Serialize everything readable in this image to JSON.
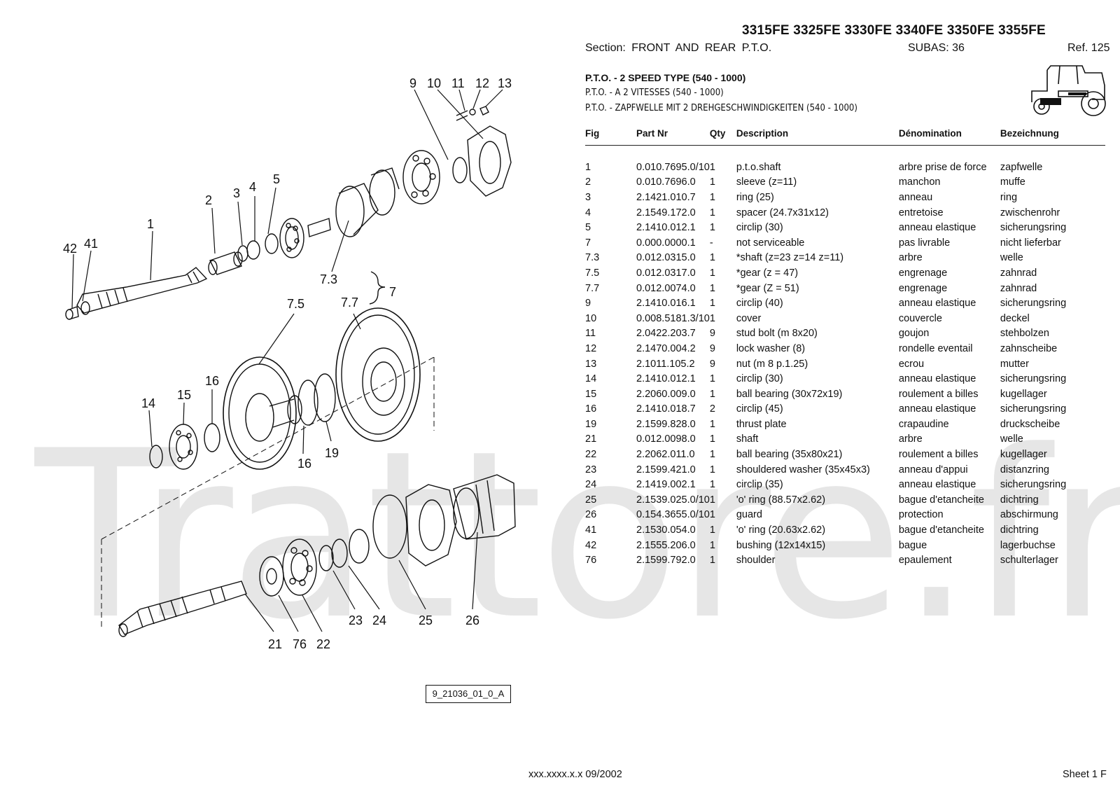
{
  "watermark": "Trattore.fr",
  "header": {
    "models": "3315FE 3325FE 3330FE 3340FE 3350FE 3355FE",
    "section": "Section: FRONT  AND  REAR  P.T.O.",
    "subas": "SUBAS: 36",
    "ref": "Ref. 125"
  },
  "titles": {
    "en": "P.T.O. - 2 SPEED TYPE (540 - 1000)",
    "fr": "P.T.O. - A 2 VITESSES (540 - 1000)",
    "de": "P.T.O. - ZAPFWELLE MIT 2 DREHGESCHWINDIGKEITEN (540 - 1000)"
  },
  "table": {
    "headers": [
      "Fig",
      "Part Nr",
      "Qty",
      "Description",
      "Dénomination",
      "Bezeichnung"
    ],
    "rows": [
      [
        "1",
        "0.010.7695.0/10",
        "1",
        "p.t.o.shaft",
        "arbre prise de force",
        "zapfwelle"
      ],
      [
        "2",
        "0.010.7696.0",
        "1",
        "sleeve (z=11)",
        "manchon",
        "muffe"
      ],
      [
        "3",
        "2.1421.010.7",
        "1",
        "ring (25)",
        "anneau",
        "ring"
      ],
      [
        "4",
        "2.1549.172.0",
        "1",
        "spacer (24.7x31x12)",
        "entretoise",
        "zwischenrohr"
      ],
      [
        "5",
        "2.1410.012.1",
        "1",
        "circlip (30)",
        "anneau elastique",
        "sicherungsring"
      ],
      [
        "7",
        "0.000.0000.1",
        "-",
        "not serviceable",
        "pas livrable",
        "nicht lieferbar"
      ],
      [
        "7.3",
        "0.012.0315.0",
        "1",
        "*shaft (z=23 z=14 z=11)",
        "arbre",
        "welle"
      ],
      [
        "7.5",
        "0.012.0317.0",
        "1",
        "*gear (z = 47)",
        "engrenage",
        "zahnrad"
      ],
      [
        "7.7",
        "0.012.0074.0",
        "1",
        "*gear (Z = 51)",
        "engrenage",
        "zahnrad"
      ],
      [
        "9",
        "2.1410.016.1",
        "1",
        "circlip (40)",
        "anneau elastique",
        "sicherungsring"
      ],
      [
        "10",
        "0.008.5181.3/10",
        "1",
        "cover",
        "couvercle",
        "deckel"
      ],
      [
        "11",
        "2.0422.203.7",
        "9",
        "stud bolt (m 8x20)",
        "goujon",
        "stehbolzen"
      ],
      [
        "12",
        "2.1470.004.2",
        "9",
        "lock washer (8)",
        "rondelle eventail",
        "zahnscheibe"
      ],
      [
        "13",
        "2.1011.105.2",
        "9",
        "nut (m 8 p.1.25)",
        "ecrou",
        "mutter"
      ],
      [
        "14",
        "2.1410.012.1",
        "1",
        "circlip (30)",
        "anneau elastique",
        "sicherungsring"
      ],
      [
        "15",
        "2.2060.009.0",
        "1",
        "ball bearing (30x72x19)",
        "roulement a billes",
        "kugellager"
      ],
      [
        "16",
        "2.1410.018.7",
        "2",
        "circlip (45)",
        "anneau elastique",
        "sicherungsring"
      ],
      [
        "19",
        "2.1599.828.0",
        "1",
        "thrust plate",
        "crapaudine",
        "druckscheibe"
      ],
      [
        "21",
        "0.012.0098.0",
        "1",
        "shaft",
        "arbre",
        "welle"
      ],
      [
        "22",
        "2.2062.011.0",
        "1",
        "ball bearing (35x80x21)",
        "roulement a billes",
        "kugellager"
      ],
      [
        "23",
        "2.1599.421.0",
        "1",
        "shouldered washer (35x45x3)",
        "anneau d'appui",
        "distanzring"
      ],
      [
        "24",
        "2.1419.002.1",
        "1",
        "circlip (35)",
        "anneau elastique",
        "sicherungsring"
      ],
      [
        "25",
        "2.1539.025.0/10",
        "1",
        "'o' ring (88.57x2.62)",
        "bague d'etancheite",
        "dichtring"
      ],
      [
        "26",
        "0.154.3655.0/10",
        "1",
        "guard",
        "protection",
        "abschirmung"
      ],
      [
        "41",
        "2.1530.054.0",
        "1",
        "'o' ring (20.63x2.62)",
        "bague d'etancheite",
        "dichtring"
      ],
      [
        "42",
        "2.1555.206.0",
        "1",
        "bushing (12x14x15)",
        "bague",
        "lagerbuchse"
      ],
      [
        "76",
        "2.1599.792.0",
        "1",
        "shoulder",
        "epaulement",
        "schulterlager"
      ]
    ]
  },
  "drawing": {
    "code": "9_21036_01_0_A",
    "callouts": [
      "9",
      "10",
      "11",
      "12",
      "13",
      "1",
      "2",
      "3",
      "4",
      "5",
      "42",
      "41",
      "7.3",
      "7",
      "7.5",
      "7.7",
      "14",
      "15",
      "16",
      "16",
      "19",
      "21",
      "76",
      "22",
      "23",
      "24",
      "25",
      "26"
    ]
  },
  "footer": {
    "code": "xxx.xxxx.x.x  09/2002",
    "sheet": "Sheet 1 F"
  }
}
